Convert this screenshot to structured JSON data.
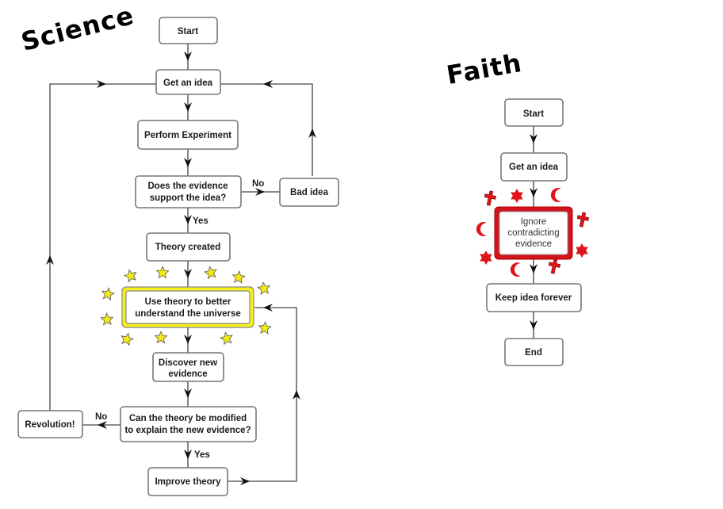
{
  "science": {
    "title": "Science",
    "nodes": {
      "start": "Start",
      "get_idea": "Get an idea",
      "perform_experiment": "Perform Experiment",
      "evidence_q": [
        "Does the evidence",
        "support the idea?"
      ],
      "bad_idea": "Bad idea",
      "theory_created": "Theory created",
      "use_theory": [
        "Use theory to better",
        "understand the universe"
      ],
      "discover": [
        "Discover new",
        "evidence"
      ],
      "modify_q": [
        "Can the theory be modified",
        "to explain the new evidence?"
      ],
      "revolution": "Revolution!",
      "improve": "Improve theory"
    },
    "labels": {
      "no1": "No",
      "yes1": "Yes",
      "no2": "No",
      "yes2": "Yes"
    },
    "highlight_color": "#f7ef1a",
    "star_color": "#f5ea14"
  },
  "faith": {
    "title": "Faith",
    "nodes": {
      "start": "Start",
      "get_idea": "Get an idea",
      "ignore": [
        "Ignore",
        "contradicting",
        "evidence"
      ],
      "keep": "Keep idea forever",
      "end": "End"
    },
    "highlight_color": "#d4141c",
    "symbol_color": "#e0141c",
    "symbols": [
      "cross-icon",
      "star-of-david-icon",
      "crescent-icon",
      "crescent-icon",
      "cross-icon",
      "star-of-david-icon",
      "star-of-david-icon",
      "crescent-icon",
      "cross-icon"
    ]
  }
}
